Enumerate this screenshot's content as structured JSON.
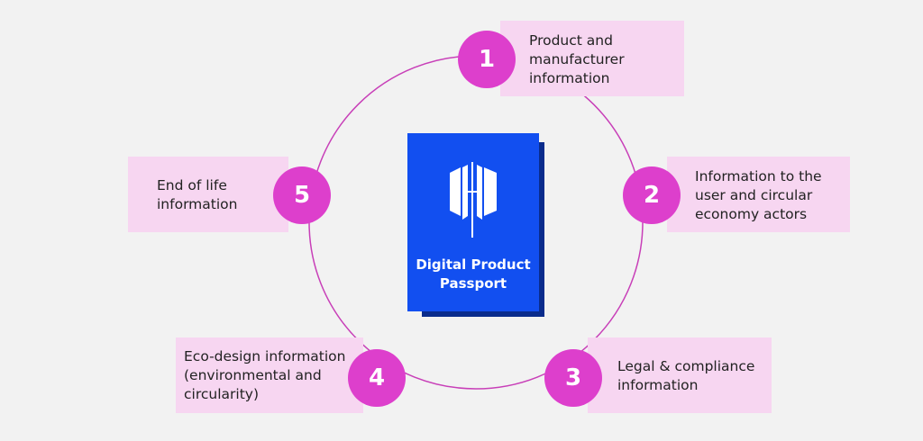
{
  "center": {
    "title_line1": "Digital Product",
    "title_line2": "Passport",
    "icon": "dpp-logo-icon"
  },
  "steps": [
    {
      "number": "1",
      "lines": [
        "Product and",
        "manufacturer",
        "information"
      ]
    },
    {
      "number": "2",
      "lines": [
        "Information to the",
        "user and circular",
        "economy actors"
      ]
    },
    {
      "number": "3",
      "lines": [
        "Legal & compliance",
        "information"
      ]
    },
    {
      "number": "4",
      "lines": [
        "Eco-design information",
        "(environmental and",
        "circularity)"
      ]
    },
    {
      "number": "5",
      "lines": [
        "End of life",
        "information"
      ]
    }
  ],
  "colors": {
    "background": "#f2f2f2",
    "circle": "#dd3fcc",
    "ring": "#c83fb8",
    "label_box": "#f7d6f1",
    "passport": "#124ff0",
    "passport_shadow": "#0a2c8c"
  }
}
